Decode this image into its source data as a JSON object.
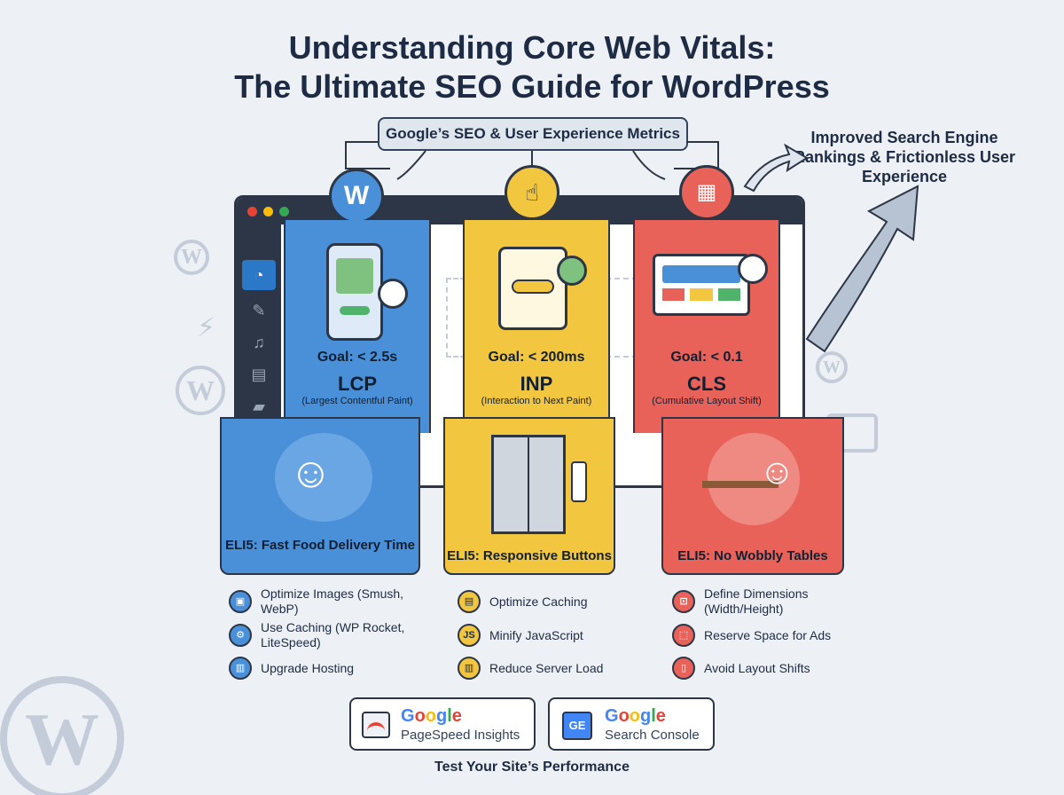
{
  "title_line1": "Understanding Core Web Vitals:",
  "title_line2": "The Ultimate SEO Guide for WordPress",
  "subtitle": "Google’s SEO & User Experience Metrics",
  "ranking": "Improved Search Engine Rankings & Frictionless User Experience",
  "columns": [
    {
      "goal": "Goal: < 2.5s",
      "metric": "LCP",
      "metric_full": "(Largest Contentful Paint)",
      "eli5": "ELI5: Fast Food Delivery Time",
      "color": "#4a90d9"
    },
    {
      "goal": "Goal: < 200ms",
      "metric": "INP",
      "metric_full": "(Interaction to Next Paint)",
      "eli5": "ELI5: Responsive Buttons",
      "color": "#f3c640"
    },
    {
      "goal": "Goal: < 0.1",
      "metric": "CLS",
      "metric_full": "(Cumulative Layout Shift)",
      "eli5": "ELI5: No Wobbly Tables",
      "color": "#e8625a"
    }
  ],
  "tips": {
    "lcp": [
      "Optimize Images (Smush, WebP)",
      "Use Caching (WP Rocket, LiteSpeed)",
      "Upgrade Hosting"
    ],
    "inp": [
      "Optimize Caching",
      "Minify JavaScript",
      "Reduce Server Load"
    ],
    "cls": [
      "Define Dimensions (Width/Height)",
      "Reserve Space for Ads",
      "Avoid Layout Shifts"
    ]
  },
  "tools": [
    {
      "brand": "Google",
      "name": "PageSpeed Insights"
    },
    {
      "brand": "Google",
      "name": "Search Console"
    }
  ],
  "footer": "Test Your Site’s Performance",
  "icons": {
    "js_badge": "JS",
    "gse_badge": "GE"
  }
}
